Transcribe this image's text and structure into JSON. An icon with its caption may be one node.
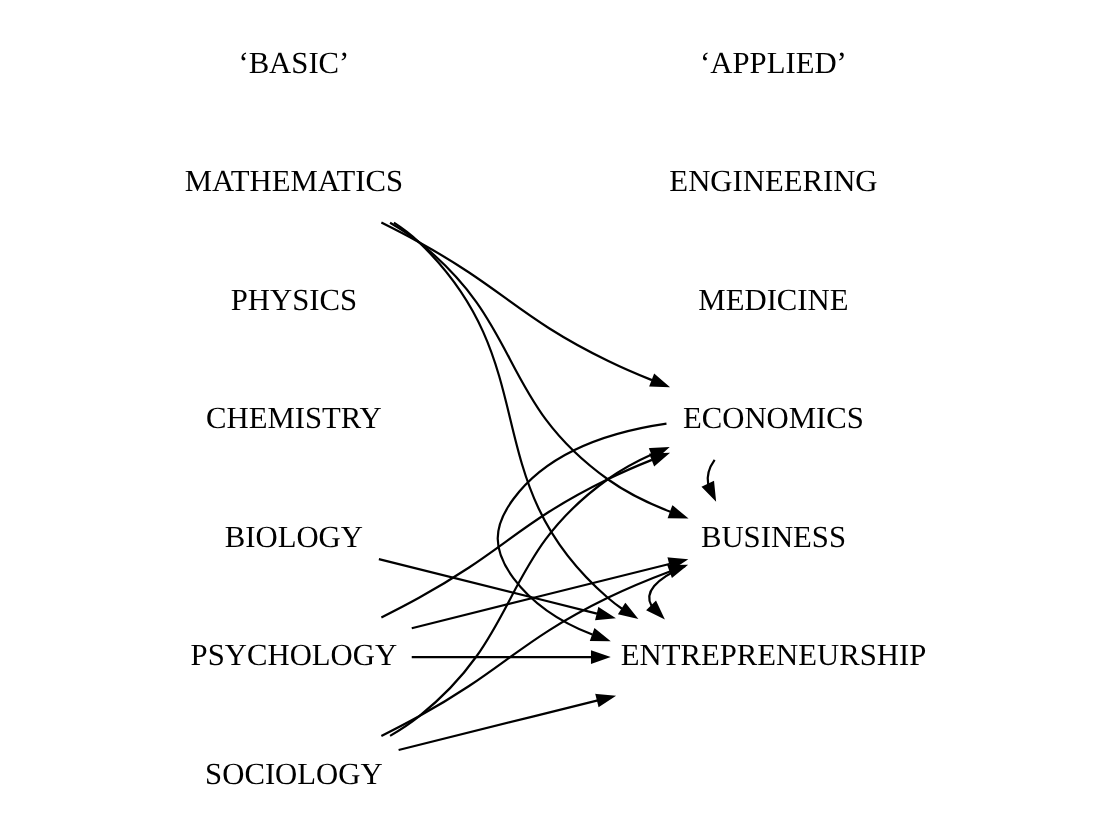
{
  "diagram": {
    "nodes": [
      {
        "text": [
          "MATHEMATICS"
        ]
      },
      {
        "text": [
          "PHYSICS"
        ]
      },
      {
        "text": [
          "CHEMISTRY"
        ]
      },
      {
        "text": [
          "BIOLOGY"
        ]
      },
      {
        "text": [
          "PSYCHOLOGY"
        ]
      },
      {
        "text": [
          "SOCIOLOGY"
        ]
      },
      {
        "text": [
          "ENGINEERING"
        ]
      },
      {
        "text": [
          "MEDICINE"
        ]
      },
      {
        "text": [
          "ECONOMICS"
        ]
      },
      {
        "text": [
          "BUSINESS"
        ]
      },
      {
        "text": [
          "ENTREPRENEURSHIP"
        ]
      }
    ],
    "edges": [
      {
        "from": 0,
        "to": 8,
        "arrow": "to"
      },
      {
        "from": 0,
        "to": 9,
        "arrow": "to"
      },
      {
        "from": 0,
        "to": 10,
        "arrow": "to"
      },
      {
        "from": 3,
        "to": 10,
        "arrow": "to"
      },
      {
        "from": 4,
        "to": 8,
        "arrow": "to"
      },
      {
        "from": 4,
        "to": 9,
        "arrow": "to"
      },
      {
        "from": 4,
        "to": 10,
        "arrow": "to"
      },
      {
        "from": 5,
        "to": 8,
        "arrow": "to"
      },
      {
        "from": 5,
        "to": 9,
        "arrow": "to"
      },
      {
        "from": 5,
        "to": 10,
        "arrow": "to"
      },
      {
        "from": 8,
        "to": 9,
        "arrow": "to"
      },
      {
        "from": 9,
        "to": 10,
        "arrow": "to"
      },
      {
        "from": 8,
        "to": 10,
        "arrow": "to"
      }
    ],
    "labels": [
      "‘BASIC’",
      "‘APPLIED’"
    ]
  }
}
